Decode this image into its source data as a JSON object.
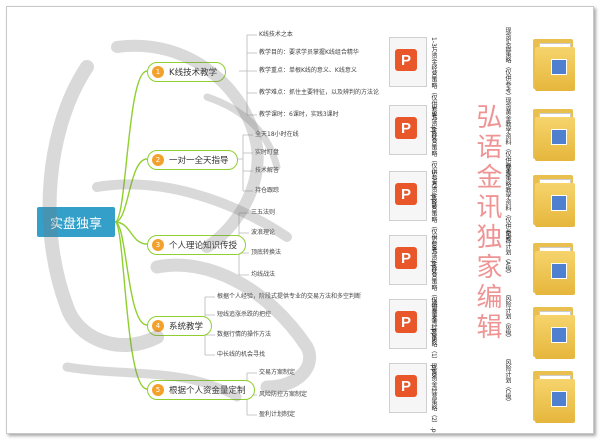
{
  "root": {
    "label": "实盘独享"
  },
  "branches": [
    {
      "num": "1",
      "label": "K线技术教学",
      "leaves": [
        "K线技术之本",
        "教学目的：要求学员掌握K线组合精华",
        "教学重点：单根K线的意义、K线意义",
        "教学难点：抓住主要特征，以及辨判的方法论",
        "教学课时：6课时，实践3课时"
      ]
    },
    {
      "num": "2",
      "label": "一对一全天指导",
      "leaves": [
        "全天18小时在线",
        "实时盯盘",
        "技术解答",
        "持仓跟踪"
      ]
    },
    {
      "num": "3",
      "label": "个人理论知识传授",
      "leaves": [
        "三五法则",
        "波浪理论",
        "顶底转换法",
        "均线战法"
      ]
    },
    {
      "num": "4",
      "label": "系统教学",
      "leaves": [
        "根据个人经验，阶段式提供专业的交易方法和多空判断",
        "短线追涨杀跌的把控",
        "数据行情的操作方法",
        "中长线的机会寻找"
      ]
    },
    {
      "num": "5",
      "label": "根据个人资金量定制",
      "leaves": [
        "交易方案制定",
        "风险防控方案制定",
        "盈利计划制定"
      ]
    }
  ],
  "files": [
    {
      "type": "ppt",
      "label": "1-3万资金经营策略（仅供参考）.pptx"
    },
    {
      "type": "folder",
      "label": "现货实盘策略（仅供参考）"
    },
    {
      "type": "ppt",
      "label": "3-5万资金经营策略（仅供参考）.pptx"
    },
    {
      "type": "folder",
      "label": "现货黄金教学资料（仅供参考）"
    },
    {
      "type": "ppt",
      "label": "5-7万资金经营策略（仅供参考）.pptx"
    },
    {
      "type": "folder",
      "label": "现货策略教学资料（仅供参考）"
    },
    {
      "type": "ppt",
      "label": "7-10万资金经营策略（仅供参考）.pptx"
    },
    {
      "type": "folder",
      "label": "风险计划（A级）"
    },
    {
      "type": "ppt",
      "label": "现货资金经营策略（1）.pptx"
    },
    {
      "type": "folder",
      "label": "风险计划（B级）"
    },
    {
      "type": "ppt",
      "label": "现货资金经营策略（2）.pptx"
    },
    {
      "type": "folder",
      "label": "风险计划（C级）"
    }
  ],
  "watermark": {
    "text": "弘语金讯独家编辑"
  },
  "colors": {
    "root": "#34a0c9",
    "branch_border": "#8fcf2f",
    "num_badge": "#f3a12d",
    "ppt": "#e8562a",
    "folder": "#e9bf4e"
  }
}
